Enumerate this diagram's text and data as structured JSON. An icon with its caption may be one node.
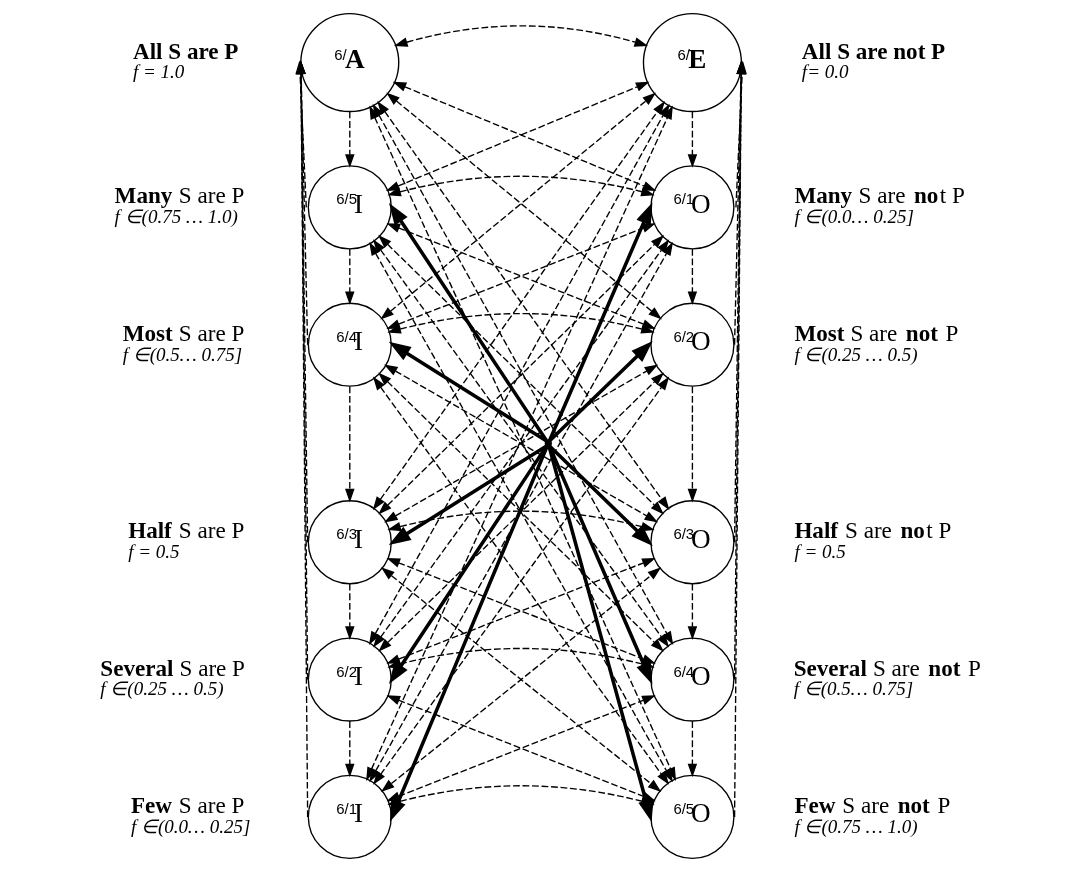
{
  "diagram": {
    "nodes": [
      {
        "text": [
          "$^{6/}$**A**"
        ],
        "beside": [
          "**All S are P**",
          "*f = 1.0*"
        ]
      },
      {
        "text": [
          "$^{6/}$**E**"
        ],
        "beside": [
          "**All S are not P**",
          "*f= 0.0*"
        ]
      },
      {
        "text": [
          "$^{6/5}$I"
        ],
        "beside": [
          "**Many** S are P",
          "*f ∈(0.75 … 1.0)*"
        ]
      },
      {
        "text": [
          "$^{6/1}$O"
        ],
        "beside": [
          "**Many** S are **no**t P",
          "*f ∈(0.0… 0.25]*"
        ]
      },
      {
        "text": [
          "$^{6/4}$I"
        ],
        "beside": [
          "**Most** S are P",
          "*f ∈(0.5… 0.75]*"
        ]
      },
      {
        "text": [
          "$^{6/2}$O"
        ],
        "beside": [
          "**Most** S are **not** P",
          "*f ∈(0.25 … 0.5)*"
        ]
      },
      {
        "text": [
          "$^{6/3}$I"
        ],
        "beside": [
          "**Half** S are P",
          "*f = 0.5*"
        ]
      },
      {
        "text": [
          "$^{6/3}$O"
        ],
        "beside": [
          "**Half** S are **no**t P",
          "*f = 0.5*"
        ]
      },
      {
        "text": [
          "$^{6/2}$I"
        ],
        "beside": [
          "**Several** S are P",
          "*f ∈(0.25 … 0.5)*"
        ]
      },
      {
        "text": [
          "$^{6/4}$O"
        ],
        "beside": [
          "**Several** S are **not** P",
          "*f ∈(0.5… 0.75]*"
        ]
      },
      {
        "text": [
          "$^{6/1}$I"
        ],
        "beside": [
          "**Few** S are P",
          "*f ∈(0.0… 0.25]*"
        ]
      },
      {
        "text": [
          "$^{6/5}$O"
        ],
        "beside": [
          "**Few** S are **not** P",
          "*f ∈(0.75 … 1.0)*"
        ]
      },
      {
        "text": [],
        "shape": "point"
      }
    ],
    "edges": [
      {
        "from": 0,
        "to": 2,
        "arrow": "to",
        "style": "dashed"
      },
      {
        "from": 2,
        "to": 4,
        "arrow": "to",
        "style": "dashed"
      },
      {
        "from": 4,
        "to": 6,
        "arrow": "to",
        "style": "dashed"
      },
      {
        "from": 6,
        "to": 8,
        "arrow": "to",
        "style": "dashed"
      },
      {
        "from": 8,
        "to": 10,
        "arrow": "to",
        "style": "dashed"
      },
      {
        "from": 1,
        "to": 3,
        "arrow": "to",
        "style": "dashed"
      },
      {
        "from": 3,
        "to": 5,
        "arrow": "to",
        "style": "dashed"
      },
      {
        "from": 5,
        "to": 7,
        "arrow": "to",
        "style": "dashed"
      },
      {
        "from": 7,
        "to": 9,
        "arrow": "to",
        "style": "dashed"
      },
      {
        "from": 9,
        "to": 11,
        "arrow": "to",
        "style": "dashed"
      },
      {
        "from": 0,
        "to": 1,
        "arrow": "both",
        "style": "dashed"
      },
      {
        "from": 0,
        "to": 3,
        "arrow": "both",
        "style": "dashed"
      },
      {
        "from": 0,
        "to": 5,
        "arrow": "both",
        "style": "dashed"
      },
      {
        "from": 0,
        "to": 7,
        "arrow": "both",
        "style": "dashed"
      },
      {
        "from": 0,
        "to": 9,
        "arrow": "both",
        "style": "dashed"
      },
      {
        "from": 0,
        "to": 11,
        "arrow": "both",
        "style": "dashed"
      },
      {
        "from": 2,
        "to": 1,
        "arrow": "both",
        "style": "dashed"
      },
      {
        "from": 2,
        "to": 3,
        "arrow": "both",
        "style": "dashed"
      },
      {
        "from": 2,
        "to": 5,
        "arrow": "both",
        "style": "dashed"
      },
      {
        "from": 2,
        "to": 7,
        "arrow": "both",
        "style": "dashed"
      },
      {
        "from": 2,
        "to": 9,
        "arrow": "both",
        "style": "dashed"
      },
      {
        "from": 2,
        "to": 11,
        "arrow": "both",
        "style": "dashed"
      },
      {
        "from": 4,
        "to": 1,
        "arrow": "both",
        "style": "dashed"
      },
      {
        "from": 4,
        "to": 3,
        "arrow": "both",
        "style": "dashed"
      },
      {
        "from": 4,
        "to": 5,
        "arrow": "both",
        "style": "dashed"
      },
      {
        "from": 4,
        "to": 7,
        "arrow": "both",
        "style": "dashed"
      },
      {
        "from": 4,
        "to": 9,
        "arrow": "both",
        "style": "dashed"
      },
      {
        "from": 4,
        "to": 11,
        "arrow": "both",
        "style": "dashed"
      },
      {
        "from": 6,
        "to": 1,
        "arrow": "both",
        "style": "dashed"
      },
      {
        "from": 6,
        "to": 3,
        "arrow": "both",
        "style": "dashed"
      },
      {
        "from": 6,
        "to": 5,
        "arrow": "both",
        "style": "dashed"
      },
      {
        "from": 6,
        "to": 7,
        "arrow": "both",
        "style": "dashed"
      },
      {
        "from": 6,
        "to": 9,
        "arrow": "both",
        "style": "dashed"
      },
      {
        "from": 6,
        "to": 11,
        "arrow": "both",
        "style": "dashed"
      },
      {
        "from": 8,
        "to": 1,
        "arrow": "both",
        "style": "dashed"
      },
      {
        "from": 8,
        "to": 3,
        "arrow": "both",
        "style": "dashed"
      },
      {
        "from": 8,
        "to": 5,
        "arrow": "both",
        "style": "dashed"
      },
      {
        "from": 8,
        "to": 7,
        "arrow": "both",
        "style": "dashed"
      },
      {
        "from": 8,
        "to": 9,
        "arrow": "both",
        "style": "dashed"
      },
      {
        "from": 8,
        "to": 11,
        "arrow": "both",
        "style": "dashed"
      },
      {
        "from": 10,
        "to": 1,
        "arrow": "both",
        "style": "dashed"
      },
      {
        "from": 10,
        "to": 3,
        "arrow": "both",
        "style": "dashed"
      },
      {
        "from": 10,
        "to": 5,
        "arrow": "both",
        "style": "dashed"
      },
      {
        "from": 10,
        "to": 7,
        "arrow": "both",
        "style": "dashed"
      },
      {
        "from": 10,
        "to": 9,
        "arrow": "both",
        "style": "dashed"
      },
      {
        "from": 10,
        "to": 11,
        "arrow": "both",
        "style": "dashed"
      },
      {
        "from": 2,
        "to": 0,
        "arrow": "to",
        "style": "dashed"
      },
      {
        "from": 4,
        "to": 0,
        "arrow": "to",
        "style": "dashed"
      },
      {
        "from": 6,
        "to": 0,
        "arrow": "to",
        "style": "dashed"
      },
      {
        "from": 8,
        "to": 0,
        "arrow": "to",
        "style": "dashed"
      },
      {
        "from": 10,
        "to": 0,
        "arrow": "to",
        "style": "dashed"
      },
      {
        "from": 3,
        "to": 1,
        "arrow": "to",
        "style": "dashed"
      },
      {
        "from": 5,
        "to": 1,
        "arrow": "to",
        "style": "dashed"
      },
      {
        "from": 7,
        "to": 1,
        "arrow": "to",
        "style": "dashed"
      },
      {
        "from": 9,
        "to": 1,
        "arrow": "to",
        "style": "dashed"
      },
      {
        "from": 11,
        "to": 1,
        "arrow": "to",
        "style": "dashed"
      },
      {
        "from": 12,
        "to": 2,
        "arrow": "to",
        "style": "thick"
      },
      {
        "from": 12,
        "to": 4,
        "arrow": "to",
        "style": "thick"
      },
      {
        "from": 12,
        "to": 6,
        "arrow": "to",
        "style": "thick"
      },
      {
        "from": 12,
        "to": 8,
        "arrow": "to",
        "style": "thick"
      },
      {
        "from": 12,
        "to": 10,
        "arrow": "to",
        "style": "thick"
      },
      {
        "from": 12,
        "to": 3,
        "arrow": "to",
        "style": "thick"
      },
      {
        "from": 12,
        "to": 5,
        "arrow": "to",
        "style": "thick"
      },
      {
        "from": 12,
        "to": 7,
        "arrow": "to",
        "style": "thick"
      },
      {
        "from": 12,
        "to": 9,
        "arrow": "to",
        "style": "thick"
      },
      {
        "from": 12,
        "to": 11,
        "arrow": "to",
        "style": "thick"
      }
    ]
  }
}
